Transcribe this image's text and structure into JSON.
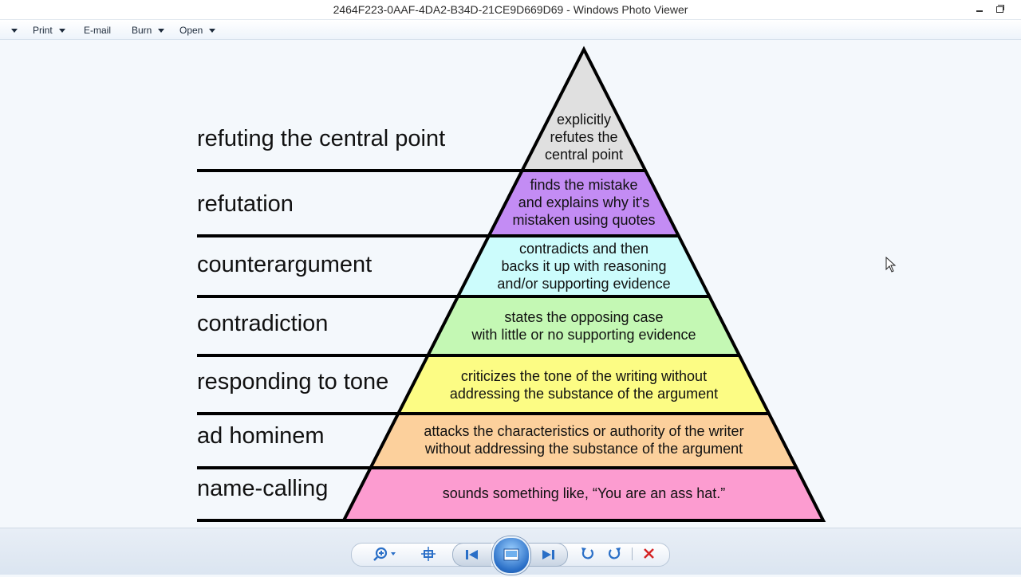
{
  "window": {
    "title": "2464F223-0AAF-4DA2-B34D-21CE9D669D69 - Windows Photo Viewer"
  },
  "menu": {
    "print": "Print",
    "email": "E-mail",
    "burn": "Burn",
    "open": "Open"
  },
  "pyramid": {
    "levels": [
      {
        "label": "refuting the central point",
        "description": "explicitly\nrefutes the\ncentral point",
        "color": "#e0e0e0"
      },
      {
        "label": "refutation",
        "description": "finds the mistake\nand explains why it's\nmistaken using quotes",
        "color": "#c38cf4"
      },
      {
        "label": "counterargument",
        "description": "contradicts and then\nbacks it up with reasoning\nand/or supporting evidence",
        "color": "#ccfcfc"
      },
      {
        "label": "contradiction",
        "description": "states the opposing case\nwith little or no supporting evidence",
        "color": "#c4f8b4"
      },
      {
        "label": "responding to tone",
        "description": "criticizes the tone of the writing without\naddressing the substance of the argument",
        "color": "#fcfc84"
      },
      {
        "label": "ad hominem",
        "description": "attacks the characteristics or authority of the writer\nwithout addressing the substance of the argument",
        "color": "#fcd09c"
      },
      {
        "label": "name-calling",
        "description": "sounds something like, “You are an ass hat.”",
        "color": "#fc9cd0"
      }
    ]
  },
  "controls": {
    "zoom_icon": "zoom-icon",
    "actual_size_icon": "actual-size-icon",
    "previous_icon": "previous-icon",
    "slideshow_icon": "slideshow-icon",
    "next_icon": "next-icon",
    "rotate_ccw_icon": "rotate-counterclockwise-icon",
    "rotate_cw_icon": "rotate-clockwise-icon",
    "delete_icon": "delete-icon",
    "accent_color": "#2a6fc7",
    "delete_color": "#d42424"
  }
}
